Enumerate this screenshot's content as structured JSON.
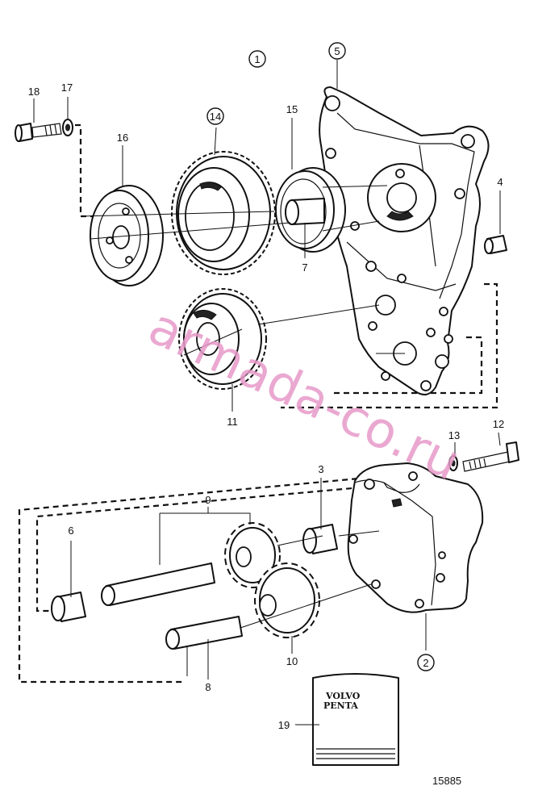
{
  "diagram": {
    "callouts": {
      "c1": "1",
      "c2": "2",
      "c3": "3",
      "c4": "4",
      "c5": "5",
      "c6": "6",
      "c7": "7",
      "c8": "8",
      "c9": "9",
      "c10": "10",
      "c11": "11",
      "c12": "12",
      "c13": "13",
      "c14": "14",
      "c15": "15",
      "c16": "16",
      "c17": "17",
      "c18": "18",
      "c19": "19"
    },
    "booklet": {
      "line1": "VOLVO",
      "line2": "PENTA"
    },
    "figure_number": "15885",
    "watermark": "armada-co.ru"
  }
}
